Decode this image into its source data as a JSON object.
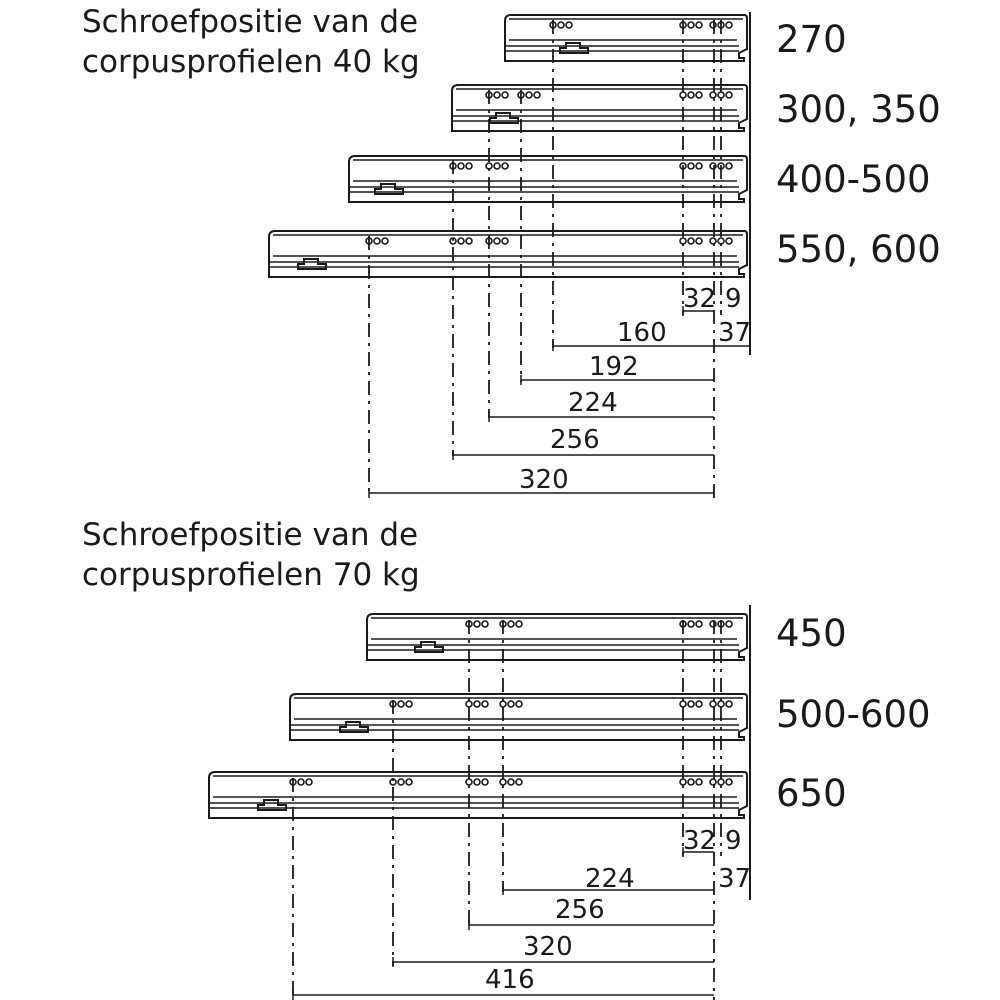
{
  "section_40": {
    "title_line1": "Schroefpositie van de",
    "title_line2": "corpusprofielen 40 kg",
    "sizes": [
      "270",
      "300, 350",
      "400-500",
      "550, 600"
    ],
    "dims": {
      "d32": "32",
      "d9": "9",
      "d37": "37",
      "d160": "160",
      "d192": "192",
      "d224": "224",
      "d256": "256",
      "d320": "320"
    }
  },
  "section_70": {
    "title_line1": "Schroefpositie van de",
    "title_line2": "corpusprofielen 70 kg",
    "sizes": [
      "450",
      "500-600",
      "650"
    ],
    "dims": {
      "d32": "32",
      "d9": "9",
      "d37": "37",
      "d224": "224",
      "d256": "256",
      "d320": "320",
      "d416": "416"
    }
  },
  "colors": {
    "line": "#1a1a1a",
    "background": "#ffffff"
  }
}
